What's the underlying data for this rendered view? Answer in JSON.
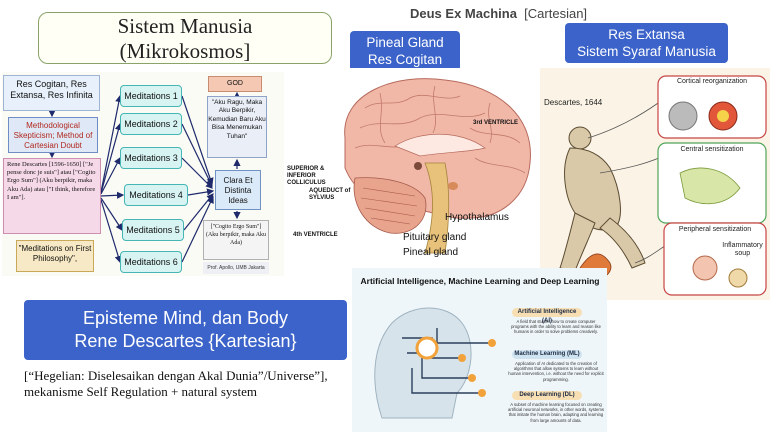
{
  "title": {
    "line1": "Sistem Manusia",
    "line2": "(Mikrokosmos]"
  },
  "header": {
    "bold": "Deus Ex Machina",
    "rest": "[Cartesian]"
  },
  "pineal": {
    "line1": "Pineal Gland",
    "line2": "Res Cogitan"
  },
  "res_extansa": {
    "line1": "Res Extansa",
    "line2": "Sistem Syaraf Manusia"
  },
  "flow": {
    "cogitan": "Res Cogitan, Res Extansa, Res Infinita",
    "method": "Methodological Skepticism; Method of Cartesian Doubt",
    "rene": "Rene Descartes [1596-1650] [\"Je pense donc je suis\"] atau  [\"Cogito Ergo Sum\"]  (Aku berpikir, maka Aku Ada) atau [\"I think, therefore I am\"].",
    "meditations_book": "\"Meditations on First Philosophy\",",
    "meditations": [
      "Meditations 1",
      "Meditations 2",
      "Meditations 3",
      "Meditations 4",
      "Meditations 5",
      "Meditations 6"
    ],
    "god": "GOD",
    "aku": "\"Aku Ragu, Maka Aku Berpikir, Kemudian Baru Aku Bisa Menemukan Tuhan\"",
    "clara": "Clara Et Distinta Ideas",
    "ergo": "[\"Cogito Ergo Sum\"] (Aku berpikir, maka Aku Ada)",
    "prof": "Prof. Apollo, UMB Jakarta"
  },
  "brain": {
    "ventricle3": "3rd VENTRICLE",
    "colliculus": "SUPERIOR & INFERIOR COLLICULUS",
    "aqueduct": "AQUEDUCT of SYLVIUS",
    "ventricle4": "4th VENTRICLE",
    "hypothalamus": "Hypothalamus",
    "pituitary": "Pituitary gland",
    "pineal": "Pineal gland"
  },
  "illus": {
    "descartes": "Descartes, 1644",
    "cortical": "Cortical reorganization",
    "central": "Central sensitization",
    "peripheral": "Peripheral sensitization",
    "soup": "Inflammatory soup"
  },
  "episteme": {
    "line1": "Episteme Mind, dan Body",
    "line2": "Rene Descartes {Kartesian}"
  },
  "hegel": {
    "line1": "[“Hegelian: Diselesaikan dengan Akal Dunia”/Universe”],",
    "line2": "mekanisme Self Regulation + natural system"
  },
  "ai": {
    "title": "Artificial Intelligence, Machine Learning and Deep Learning",
    "ai_head": "Artificial Intelligence (AI)",
    "ai_desc": "A field that studies how to create computer programs with the ability to learn and reason like humans in order to solve problems creatively.",
    "ml_head": "Machine Learning (ML)",
    "ml_desc": "Application of AI dedicated to the creation of algorithms that allow systems to learn without human intervention, i.e. without the need for explicit programming.",
    "dl_head": "Deep Learning (DL)",
    "dl_desc": "A subset of machine learning focused on creating artificial neuronal networks, in other words, systems that imitate the human brain, adapting and learning from large amounts of data."
  },
  "colors": {
    "blue_box": "#3b63c9",
    "teal": "#45b6b4",
    "ai_orange": "#f2a23a"
  }
}
